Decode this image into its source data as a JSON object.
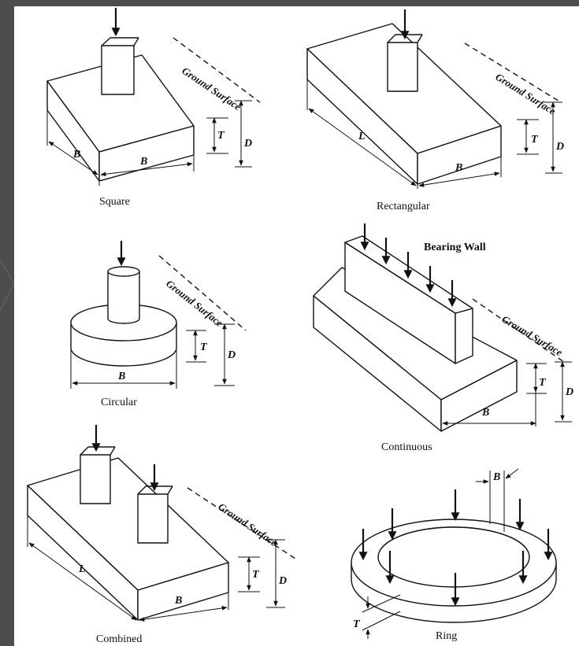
{
  "captions": {
    "square": "Square",
    "rectangular": "Rectangular",
    "circular": "Circular",
    "continuous": "Continuous",
    "combined": "Combined",
    "ring": "Ring",
    "bearing_wall": "Bearing Wall"
  },
  "labels": {
    "ground_surface": "Ground Surface",
    "B": "B",
    "L": "L",
    "T": "T",
    "D": "D"
  }
}
